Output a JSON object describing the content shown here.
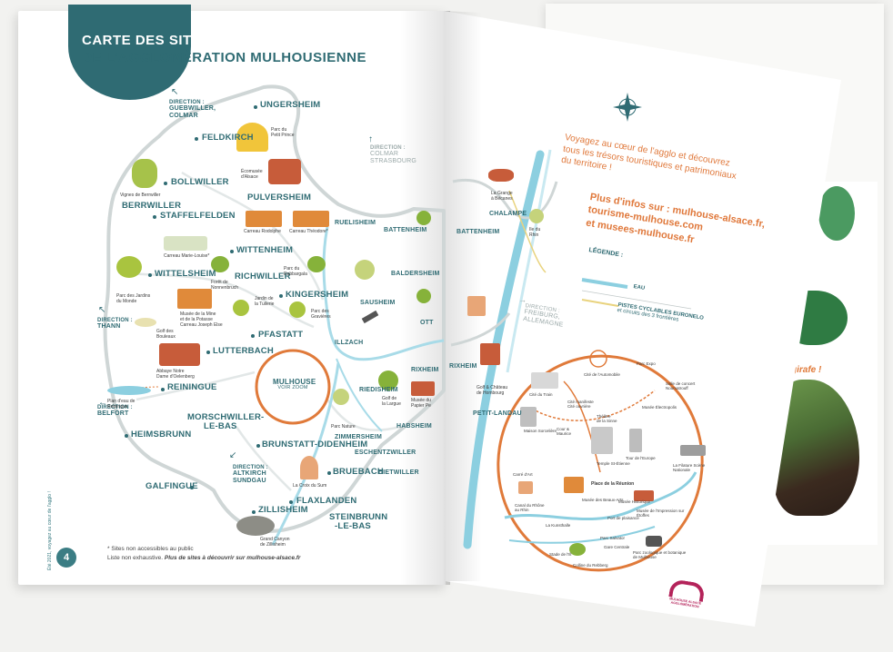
{
  "left_page": {
    "title_line1": "CARTE DES SITES TOURISTIQUES",
    "title_line2": "DE L'AGGLOMÉRATION MULHOUSIENNE",
    "page_number": "4",
    "spine_text": "Été 2021, voyagez au cœur de l'agglo !",
    "footnote1": "* Sites non accessibles au public",
    "footnote2a": "Liste non exhaustive.",
    "footnote2b": "Plus de sites à découvrir sur mulhouse-alsace.fr",
    "directions": {
      "guebwiller_1": "DIRECTION :",
      "guebwiller_2": "GUEBWILLER,",
      "guebwiller_3": "COLMAR",
      "thann_1": "DIRECTION :",
      "thann_2": "THANN",
      "belfort_1": "DIRECTION :",
      "belfort_2": "BELFORT",
      "altkirch_1": "DIRECTION :",
      "altkirch_2": "ALTKIRCH",
      "altkirch_3": "SUNDGAU",
      "colmar_1": "DIRECTION :",
      "colmar_2": "COLMAR",
      "colmar_3": "STRASBOURG"
    },
    "towns": {
      "ungersheim": "UNGERSHEIM",
      "feldkirch": "FELDKIRCH",
      "bollwiller": "BOLLWILLER",
      "berrwiller": "BERRWILLER",
      "staffelfelden": "STAFFELFELDEN",
      "pulversheim": "PULVERSHEIM",
      "wittenheim": "WITTENHEIM",
      "richwiller": "RICHWILLER",
      "wittelsheim": "WITTELSHEIM",
      "kingersheim": "KINGERSHEIM",
      "pfastatt": "PFASTATT",
      "lutterbach": "LUTTERBACH",
      "reiningue": "REININGUE",
      "morschwiller_1": "MORSCHWILLER-",
      "morschwiller_2": "LE-BAS",
      "heimsbrunn": "HEIMSBRUNN",
      "galfingue": "GALFINGUE",
      "brunstatt": "BRUNSTATT-DIDENHEIM",
      "zillisheim": "ZILLISHEIM",
      "flaxlanden": "FLAXLANDEN",
      "bruebach": "BRUEBACH",
      "steinbrunn_1": "STEINBRUNN",
      "steinbrunn_2": "-LE-BAS",
      "illzach": "ILLZACH",
      "riedisheim": "RIEDISHEIM",
      "zimmersheim": "ZIMMERSHEIM",
      "eschentzwiller": "ESCHENTZWILLER",
      "habsheim": "HABSHEIM",
      "dietwiller": "DIETWILLER",
      "rixheim": "RIXHEIM",
      "sausheim": "SAUSHEIM",
      "baldersheim": "BALDERSHEIM",
      "battenheim": "BATTENHEIM",
      "ruelisheim": "RUELISHEIM",
      "ottmarsheim": "OTT"
    },
    "mulhouse_1": "MULHOUSE",
    "mulhouse_2": "VOIR ZOOM",
    "sites": {
      "petit_prince_1": "Parc du",
      "petit_prince_2": "Petit Prince",
      "ecomusee_1": "Écomusée",
      "ecomusee_2": "d'Alsace",
      "vignes_1": "Vignes de Berrwiller",
      "carreau_rodolphe": "Carreau Rodolphe",
      "carreau_theodore": "Carreau Théodore*",
      "carreau_marie": "Carreau Marie-Louise*",
      "foret_1": "Forêt de",
      "foret_2": "Nonnenbruch",
      "parc_rabbargala_1": "Parc du",
      "parc_rabbargala_2": "Rabbargala",
      "jardins_monde_1": "Parc des Jardins",
      "jardins_monde_2": "du Monde",
      "musee_mine_1": "Musée de la Mine",
      "musee_mine_2": "et de la Potasse",
      "musee_mine_3": "Carreau Joseph Else",
      "jardin_tuilerie_1": "Jardin de",
      "jardin_tuilerie_2": "la Tuilerie",
      "parc_gravieres_1": "Parc des",
      "parc_gravieres_2": "Gravières",
      "golf_bouleaux_1": "Golf des",
      "golf_bouleaux_2": "Bouleaux",
      "abbaye_1": "Abbaye Notre",
      "abbaye_2": "Dame d'Oelenberg",
      "plan_eau_1": "Plan d'eau de",
      "plan_eau_2": "Reiningue",
      "parc_nature": "Parc Nature",
      "golf_zumenweid_1": "Golf de",
      "golf_zumenweid_2": "la Largue",
      "croix_sum": "La Croix du Sum",
      "grand_canyon_1": "Grand Canyon",
      "grand_canyon_2": "de Zillisheim",
      "musee_papier_1": "Musée du",
      "musee_papier_2": "Papier Pe"
    }
  },
  "right_page": {
    "intro_1": "Voyagez au cœur de l'agglo et découvrez",
    "intro_2": "tous les trésors touristiques et patrimoniaux",
    "intro_3": "du territoire !",
    "info_1": "Plus d'infos sur : mulhouse-alsace.fr,",
    "info_2": "tourisme-mulhouse.com",
    "info_3": "et musees-mulhouse.fr",
    "legend_title": "LÉGENDE :",
    "legend_eau": "EAU",
    "legend_bike_1": "PISTES CYCLABLES EURONELO",
    "legend_bike_2": "et circuits des 3 frontières",
    "direction_freiburg_1": "DIRECTION :",
    "direction_freiburg_2": "FREIBURG,",
    "direction_freiburg_3": "ALLEMAGNE",
    "towns": {
      "battenheim": "BATTENHEIM",
      "chalampe": "CHALAMPE",
      "rixheim": "RIXHEIM",
      "petit_landau": "PETIT-LANDAU"
    },
    "sites": {
      "grange_1": "La Grange",
      "grange_2": "à Bécanes",
      "ile_rhin_1": "Ile du",
      "ile_rhin_2": "Rhin",
      "golf_1": "Golf & Château",
      "golf_2": "de Hombourg"
    },
    "zoom_labels": {
      "cite_auto": "Cité de l'Automobile",
      "parc_expo": "Parc Expo",
      "salle_1": "Salle de concert",
      "salle_2": "Noumatrouff",
      "cite_1": "Cité manifeste",
      "cite_2": "Cité ouvrière",
      "theatre_1": "Théâtre",
      "theatre_2": "de la Sinne",
      "cour_1": "Cour &",
      "cour_2": "Maurice",
      "maison": "Maison Sorcelière",
      "musee_electricite": "Musée Électropolis",
      "tour_europe": "Tour de l'Europe",
      "place_reunion": "Place de la Réunion",
      "temple": "Temple St-Étienne",
      "musee_beaux_arts": "Musée des Beaux-Arts",
      "musee_historique": "Musée Historique",
      "musee_impression": "Musée de l'Impression sur Étoffes",
      "kunsthalle": "La Kunsthalle",
      "la_filature": "La Filature Scène Nationale",
      "zoo": "Parc zoologique et botanique de Mulhouse",
      "parc_salvator": "Parc Salvator",
      "port_plaisance": "Port de plaisance",
      "canal_1": "Canal du Rhône",
      "canal_2": "au Rhin",
      "stade": "Stade de l'Ill",
      "colline": "Colline du Rebberg",
      "gare": "Gare Centrale",
      "carre_1": "Carré d'Art",
      "musee_train": "Cité du Train"
    },
    "logo_line1": "MULHOUSE ALSACE",
    "logo_line2": "AGGLOMÉRATION"
  },
  "third_page": {
    "fragment_text": "girafe !"
  },
  "colors": {
    "teal": "#2f6b73",
    "orange": "#e07a3a",
    "water": "#8ccfe0",
    "paper": "#ffffff",
    "background": "#f2f2f0",
    "logo": "#b4235a"
  }
}
